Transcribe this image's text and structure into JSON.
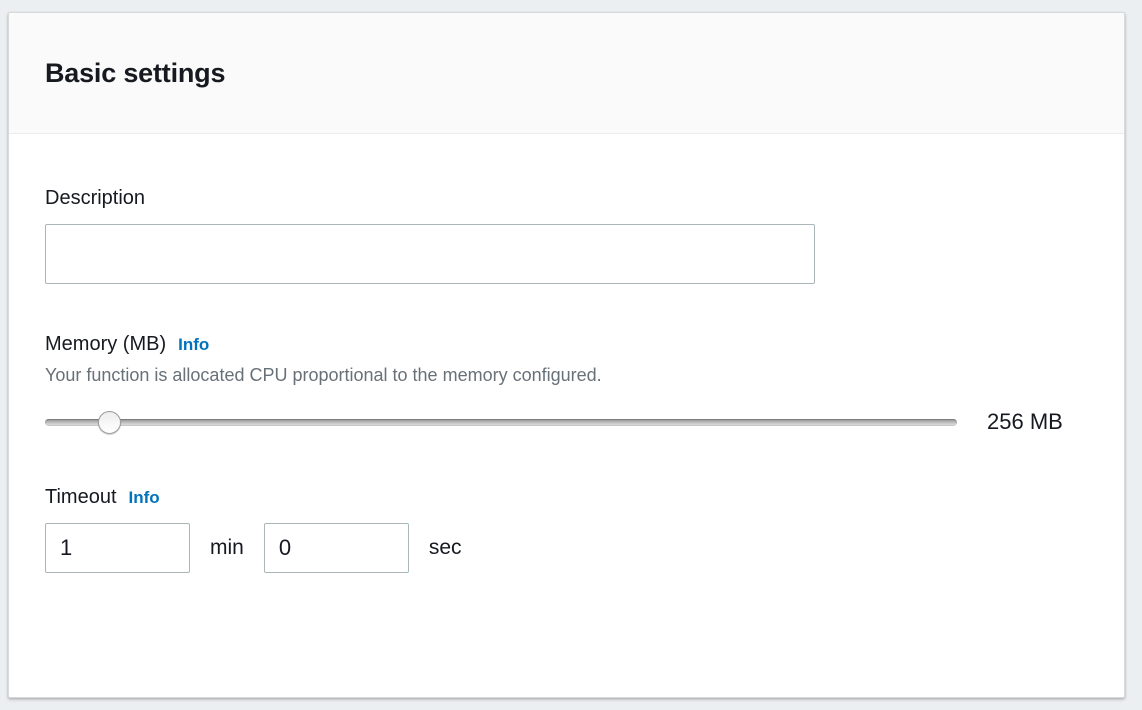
{
  "panel": {
    "title": "Basic settings"
  },
  "description": {
    "label": "Description",
    "value": "",
    "placeholder": ""
  },
  "memory": {
    "label": "Memory (MB)",
    "info_label": "Info",
    "hint": "Your function is allocated CPU proportional to the memory configured.",
    "value_label": "256 MB",
    "slider_value": 256,
    "slider_min": 128,
    "slider_max": 10240,
    "thumb_percent": 6
  },
  "timeout": {
    "label": "Timeout",
    "info_label": "Info",
    "minutes_value": "1",
    "minutes_unit": "min",
    "seconds_value": "0",
    "seconds_unit": "sec"
  },
  "colors": {
    "accent_link": "#0073bb",
    "text_primary": "#16191f",
    "text_secondary": "#687078",
    "input_border": "#aab7b8",
    "header_bg": "#fafafa",
    "page_bg": "#eceff1"
  }
}
